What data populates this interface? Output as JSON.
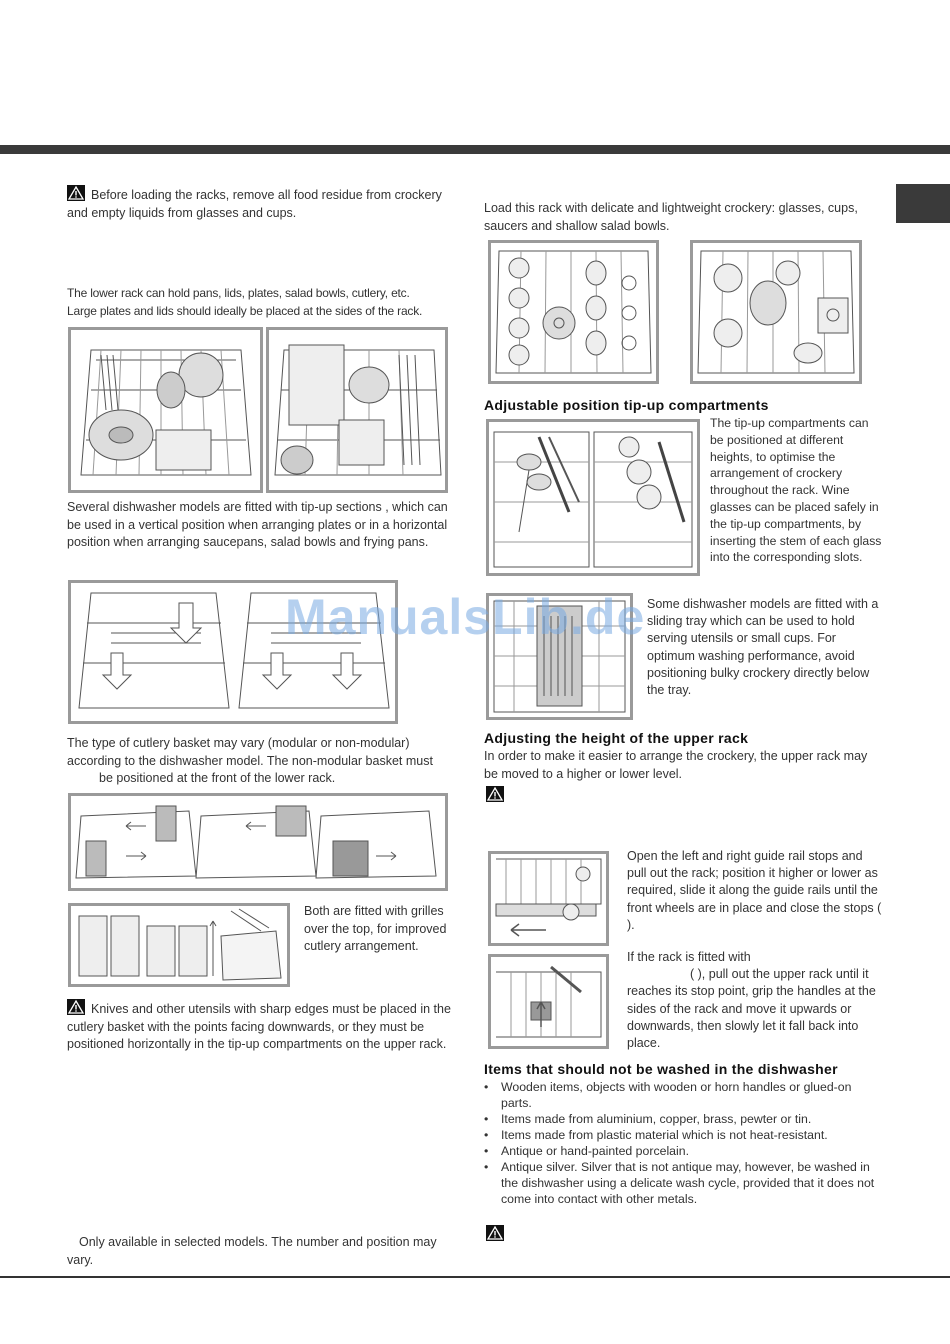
{
  "watermark": "ManualsLib.de",
  "left": {
    "warn1": "Before loading the racks, remove all food residue from crockery and empty liquids from glasses and cups.",
    "lower_rack_1": "The lower rack can hold pans, lids, plates, salad bowls, cutlery, etc.",
    "lower_rack_2": "Large plates and lids should ideally be placed at the sides of the rack.",
    "tipup_sections": "Several dishwasher models are fitted with tip-up sections  , which can be used in a vertical position when arranging plates or in a horizontal position when arranging saucepans, salad bowls and frying pans.",
    "cutlery_1": "The type of cutlery basket may vary (modular or non-modular) according to the dishwasher model. The non-modular basket must",
    "cutlery_2": "be positioned at the front of the lower rack.",
    "grilles": "Both are fitted with grilles over the top, for improved cutlery arrangement.",
    "warn2": "Knives and other utensils with sharp edges must be placed in the cutlery basket with the points facing downwards, or they must be positioned horizontally in the tip-up compartments on the upper rack.",
    "footnote": "Only available in selected models. The number and position may vary."
  },
  "right": {
    "upper_intro": "Load this rack with delicate and lightweight crockery: glasses, cups, saucers and shallow salad bowls.",
    "h_tipup": "Adjustable position tip-up compartments",
    "tipup_text": "The tip-up compartments can be positioned at different heights, to optimise the arrangement of crockery throughout the rack. Wine glasses can be placed safely in the tip-up compartments, by inserting the stem of each glass into the corresponding slots.",
    "sliding_tray": "Some dishwasher models are fitted with a sliding tray   which can be used to hold serving utensils or small cups. For optimum washing performance, avoid positioning bulky crockery directly below the tray.",
    "h_height": "Adjusting the height of the upper rack",
    "height_intro": "In order to make it easier to arrange the crockery, the upper rack may be moved to a higher or lower level.",
    "guide_rail": "Open the left and right guide rail stops and pull out the rack; position it higher or lower as required, slide it along the guide rails until the front wheels are in place and close the stops (               ).",
    "fitted_with_1": "If the rack is fitted with",
    "fitted_with_2": "(              ), pull out the upper rack until it reaches its stop point, grip the handles at the sides of the rack and move it upwards or downwards, then slowly let it fall back into place.",
    "h_items": "Items that should not be washed in the dishwasher",
    "items": [
      "Wooden items, objects with wooden or horn handles or glued-on parts.",
      "Items made from aluminium, copper, brass, pewter or tin.",
      "Items made from plastic material which is not heat-resistant.",
      "Antique or hand-painted porcelain.",
      "Antique silver. Silver that is not antique may, however, be washed in the dishwasher using a delicate wash cycle, provided that it does not come into contact with other metals."
    ]
  }
}
